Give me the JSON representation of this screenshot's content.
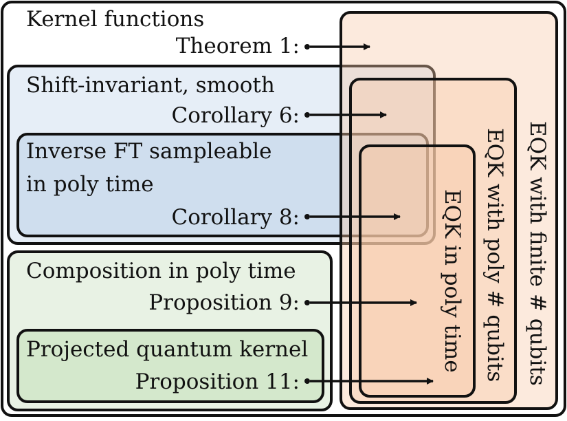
{
  "colors": {
    "stroke": "#111111",
    "blue_light": "#e6eef7",
    "blue_mid": "#cfdeee",
    "green_light": "#e8f2e4",
    "green_mid": "#d4e8cc",
    "orange_light": "#fdeee0",
    "orange_mid": "#fbdcc4",
    "orange_dark": "#f8c9a6"
  },
  "regions": {
    "kernel_functions": "Kernel functions",
    "shift_invariant": "Shift-invariant, smooth",
    "inverse_ft_line1": "Inverse FT sampleable",
    "inverse_ft_line2": "in poly time",
    "composition": "Composition in poly time",
    "projected": "Projected quantum kernel",
    "eqk_finite": "EQK with finite # qubits",
    "eqk_poly_qubits": "EQK with poly # qubits",
    "eqk_poly_time": "EQK in poly time"
  },
  "results": {
    "theorem1": "Theorem 1:",
    "corollary6": "Corollary 6:",
    "corollary8": "Corollary 8:",
    "proposition9": "Proposition 9:",
    "proposition11": "Proposition 11:"
  }
}
